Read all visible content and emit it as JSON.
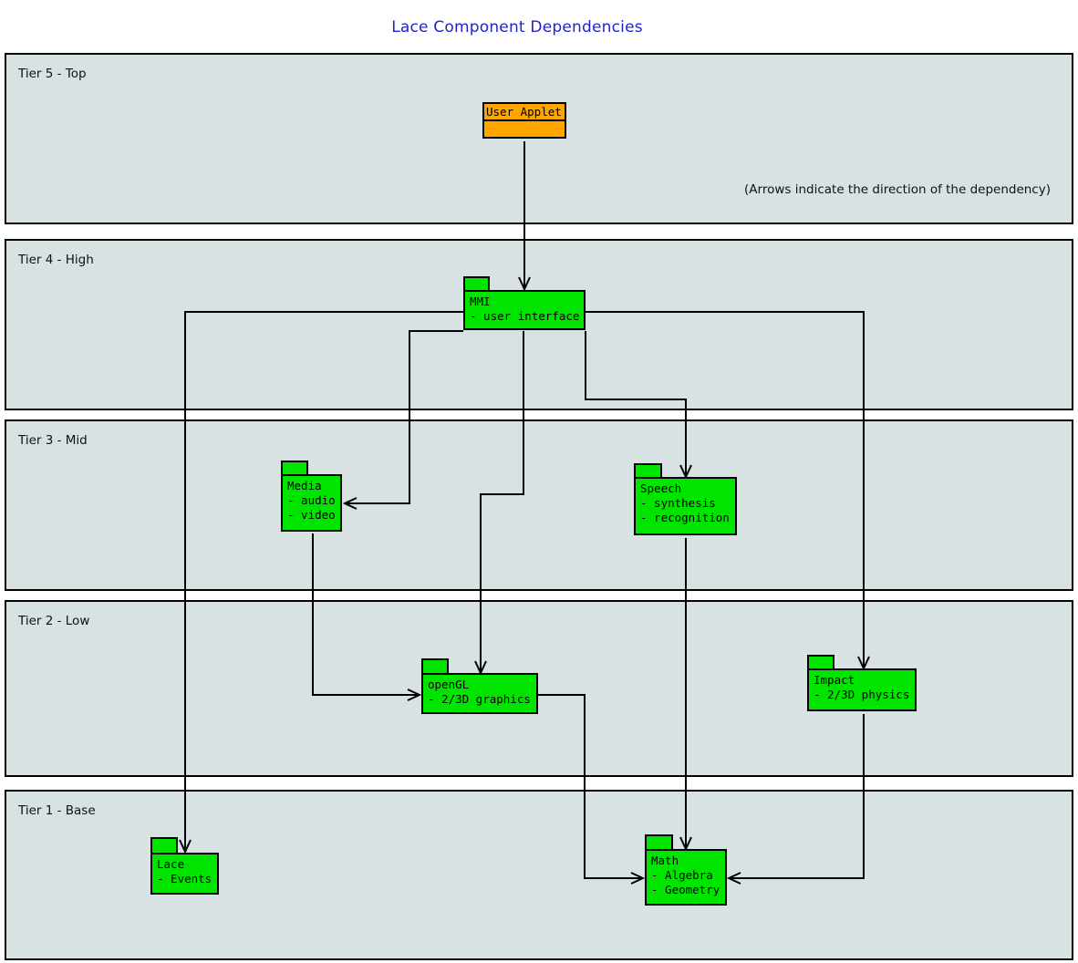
{
  "title": "Lace Component Dependencies",
  "annotation": "(Arrows indicate the direction of the dependency)",
  "tiers": [
    {
      "label": "Tier 5 - Top"
    },
    {
      "label": "Tier 4 - High"
    },
    {
      "label": "Tier 3 - Mid"
    },
    {
      "label": "Tier 2 - Low"
    },
    {
      "label": "Tier 1 - Base"
    }
  ],
  "components": {
    "user_applet": {
      "name": "User Applet",
      "details": []
    },
    "mmi": {
      "name": "MMI",
      "details": [
        "- user interface"
      ]
    },
    "media": {
      "name": "Media",
      "details": [
        "- audio",
        "- video"
      ]
    },
    "speech": {
      "name": "Speech",
      "details": [
        "- synthesis",
        "- recognition"
      ]
    },
    "opengl": {
      "name": "openGL",
      "details": [
        "- 2/3D graphics"
      ]
    },
    "impact": {
      "name": "Impact",
      "details": [
        "- 2/3D physics"
      ]
    },
    "lace": {
      "name": "Lace",
      "details": [
        "- Events"
      ]
    },
    "math": {
      "name": "Math",
      "details": [
        "- Algebra",
        "- Geometry"
      ]
    }
  },
  "edges": [
    {
      "from": "User Applet",
      "to": "MMI"
    },
    {
      "from": "MMI",
      "to": "Lace"
    },
    {
      "from": "MMI",
      "to": "Media"
    },
    {
      "from": "MMI",
      "to": "openGL"
    },
    {
      "from": "MMI",
      "to": "Speech"
    },
    {
      "from": "MMI",
      "to": "Impact"
    },
    {
      "from": "Media",
      "to": "openGL"
    },
    {
      "from": "openGL",
      "to": "Math"
    },
    {
      "from": "Speech",
      "to": "Math"
    },
    {
      "from": "Impact",
      "to": "Math"
    }
  ],
  "colors": {
    "component_green": "#00e400",
    "applet_orange": "#ffa500",
    "tier_background": "#d8e2e2",
    "title_blue": "#2222cc",
    "line_black": "#000000"
  }
}
